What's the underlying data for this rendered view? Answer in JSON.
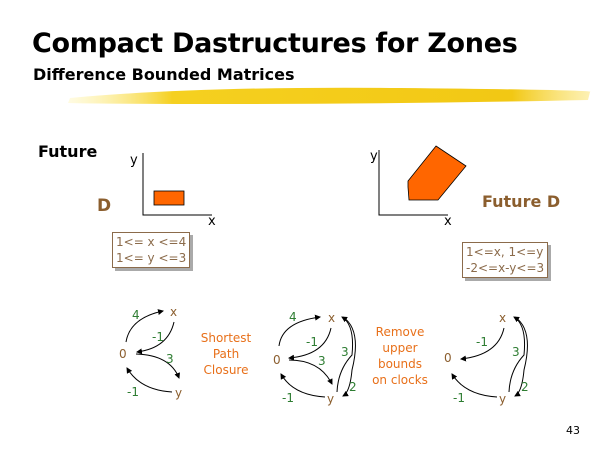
{
  "title": "Compact Dastructures for Zones",
  "subtitle": "Difference Bounded Matrices",
  "future_label": "Future",
  "d_label": "D",
  "future_d_label": "Future D",
  "axes": {
    "x": "x",
    "y": "y"
  },
  "constraints_d": [
    "1<= x <=4",
    "1<= y <=3"
  ],
  "constraints_future_d": [
    "1<=x, 1<=y",
    "-2<=x-y<=3"
  ],
  "step1_label": [
    "Shortest",
    "Path",
    "Closure"
  ],
  "step2_label": [
    "Remove",
    "upper",
    "bounds",
    "on clocks"
  ],
  "graph1": {
    "nodes": [
      "0",
      "x",
      "y"
    ],
    "weights": [
      "4",
      "-1",
      "3",
      "-1"
    ]
  },
  "graph2": {
    "nodes": [
      "0",
      "x",
      "y"
    ],
    "weights": [
      "4",
      "-1",
      "3",
      "3",
      "2",
      "-1"
    ]
  },
  "graph3": {
    "nodes": [
      "0",
      "x",
      "y"
    ],
    "weights": [
      "-1",
      "3",
      "2",
      "-1"
    ]
  },
  "page_number": "43",
  "colors": {
    "zone_fill": "#ff6600",
    "brown": "#8b5e2e",
    "green": "#2e7d32",
    "orange_text": "#e8701a",
    "brush": "#f5d020"
  }
}
